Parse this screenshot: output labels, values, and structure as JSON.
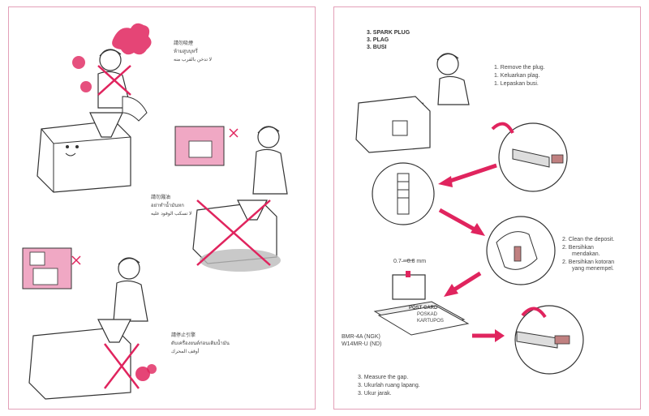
{
  "colors": {
    "border": "#e3a0b8",
    "accent": "#e0245e",
    "pink_fill": "#f0a8c4",
    "ink": "#444444"
  },
  "left": {
    "warning1": {
      "line1": "請勿吸煙",
      "line2": "ห้ามสูบบุหรี่",
      "line3": "لا تدخن بالقرب منه"
    },
    "warning2": {
      "line1": "請勿濺油",
      "line2": "อย่าทำน้ำมันหก",
      "line3": "لا تسكب الوقود عليه"
    },
    "warning3": {
      "line1": "請停止引擎",
      "line2": "ดับเครื่องยนต์ก่อนเติมน้ำมัน",
      "line3": "أوقف المحرك"
    }
  },
  "right": {
    "heading": {
      "line1": "3. SPARK PLUG",
      "line2": "3. PLAG",
      "line3": "3. BUSI"
    },
    "step1": {
      "line1": "1.  Remove the plug.",
      "line2": "1.  Keluarkan plag.",
      "line3": "1.  Lepaskan busi."
    },
    "step2": {
      "line1": "2.  Clean the deposit.",
      "line2a": "2.  Bersihkan",
      "line2b": "mendakan.",
      "line3a": "2.  Bersihkan kotoran",
      "line3b": "yang menempel."
    },
    "gap": {
      "value": "0.7—0.8 mm"
    },
    "card": {
      "line1": "POST CARD",
      "line2": "POSKAD",
      "line3": "KARTUPOS"
    },
    "plug_model": {
      "line1": "BMR-4A (NGK)",
      "line2": "W14MR-U (ND)"
    },
    "step3": {
      "line1": "3.  Measure the gap.",
      "line2": "3.  Ukurlah ruang lapang.",
      "line3": "3.  Ukur jarak."
    }
  }
}
